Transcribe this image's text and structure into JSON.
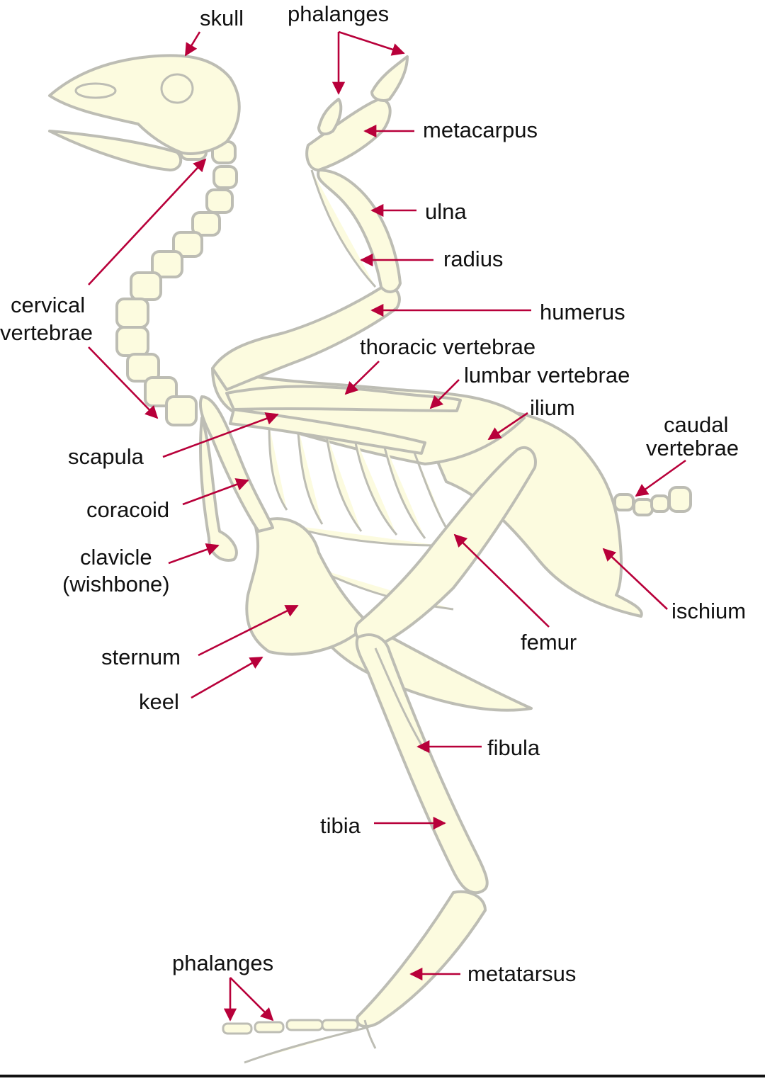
{
  "colors": {
    "bone": "#fcfbdf",
    "outline": "#bdbdb4",
    "leader": "#b8003a",
    "text": "#111111"
  },
  "labels": {
    "skull": "skull",
    "phalanges_wing": "phalanges",
    "metacarpus": "metacarpus",
    "ulna": "ulna",
    "radius": "radius",
    "humerus": "humerus",
    "cervical_1": "cervical",
    "cervical_2": "vertebrae",
    "thoracic": "thoracic vertebrae",
    "lumbar": "lumbar vertebrae",
    "ilium": "ilium",
    "caudal_1": "caudal",
    "caudal_2": "vertebrae",
    "scapula": "scapula",
    "coracoid": "coracoid",
    "clavicle_1": "clavicle",
    "clavicle_2": "(wishbone)",
    "ischium": "ischium",
    "sternum": "sternum",
    "femur": "femur",
    "keel": "keel",
    "fibula": "fibula",
    "tibia": "tibia",
    "phalanges_foot": "phalanges",
    "metatarsus": "metatarsus"
  }
}
